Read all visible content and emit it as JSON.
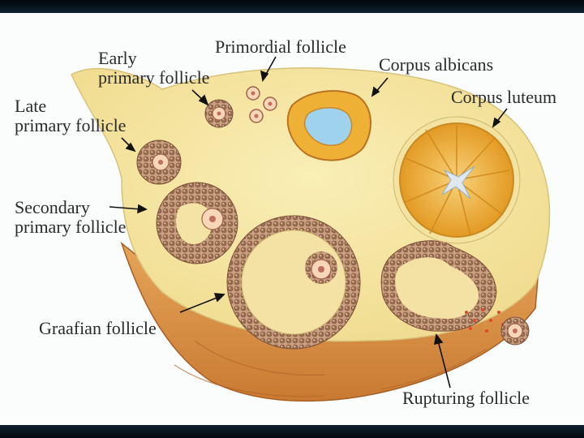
{
  "labels": {
    "early_primary": "Early\nprimary follicle",
    "primordial": "Primordial follicle",
    "corpus_albicans": "Corpus albicans",
    "corpus_luteum": "Corpus luteum",
    "late_primary": "Late\nprimary follicle",
    "secondary_primary": "Secondary\nprimary follicle",
    "graafian": "Graafian follicle",
    "rupturing": "Rupturing follicle"
  },
  "colors": {
    "stroma": "#f6e7a6",
    "cortex": "#d98f3f",
    "granulosa": "#b68a6c",
    "oocyte": "#f7d7b8",
    "luteum": "#f1b33a",
    "albicans_center": "#9fd2ec"
  }
}
